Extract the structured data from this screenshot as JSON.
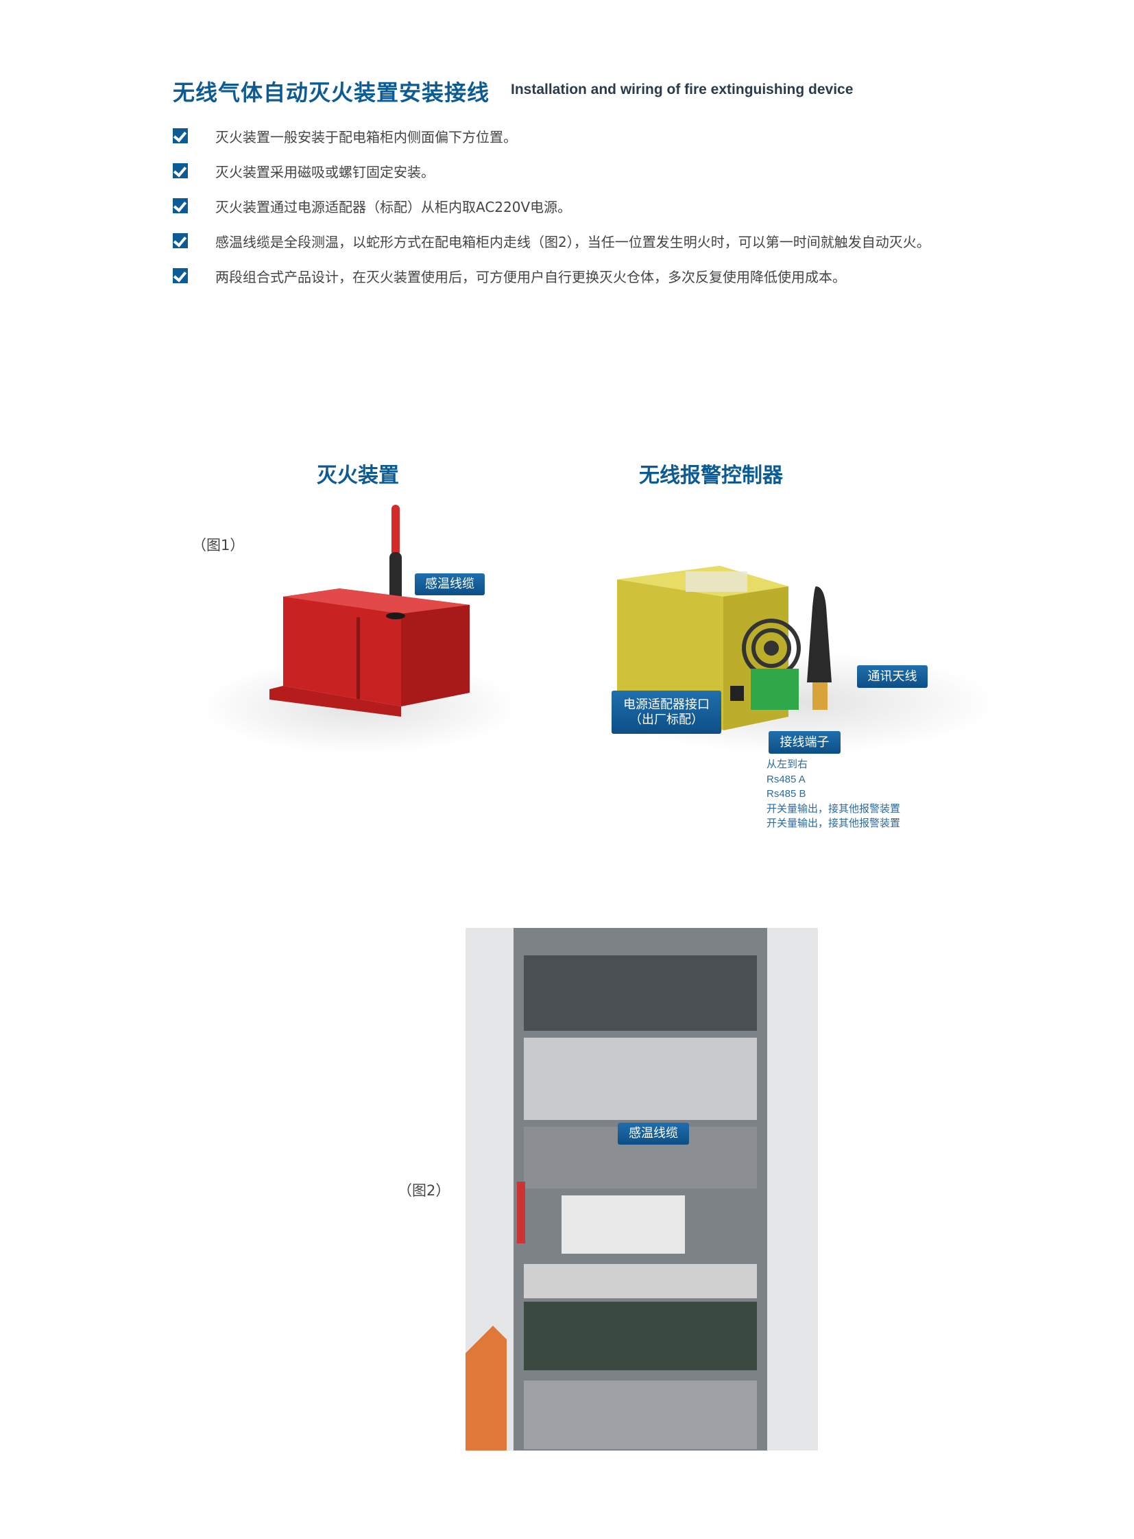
{
  "header": {
    "title_cn": "无线气体自动灭火装置安装接线",
    "title_en": "Installation and wiring of fire extinguishing device"
  },
  "bullets": [
    "灭火装置一般安装于配电箱柜内侧面偏下方位置。",
    "灭火装置采用磁吸或螺钉固定安装。",
    "灭火装置通过电源适配器（标配）从柜内取AC220V电源。",
    "感温线缆是全段测温，以蛇形方式在配电箱柜内走线（图2），当任一位置发生明火时，可以第一时间就触发自动灭火。",
    "两段组合式产品设计，在灭火装置使用后，可方便用户自行更换灭火仓体，多次反复使用降低使用成本。"
  ],
  "figure1": {
    "label": "（图1）",
    "device_title": "灭火装置",
    "controller_title": "无线报警控制器",
    "tags": {
      "cable": "感温线缆",
      "antenna": "通讯天线",
      "power_line1": "电源适配器接口",
      "power_line2": "（出厂标配）",
      "terminal": "接线端子"
    },
    "notes": [
      "从左到右",
      "Rs485 A",
      "Rs485 B",
      "开关量输出，接其他报警装置",
      "开关量输出，接其他报警装置"
    ]
  },
  "figure2": {
    "label": "（图2）",
    "tag": "感温线缆"
  },
  "colors": {
    "brand": "#0d5b94",
    "device": "#d42a2a",
    "controller": "#d8cc3a"
  }
}
